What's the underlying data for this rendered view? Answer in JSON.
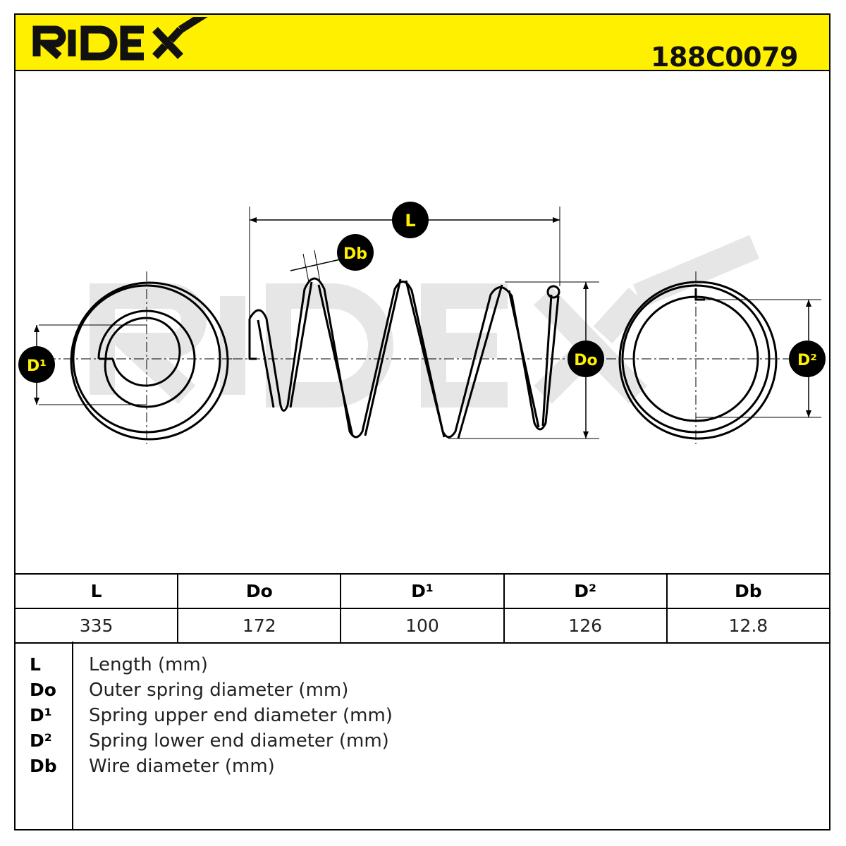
{
  "header": {
    "brand": "RIDEX",
    "part_number": "188C0079",
    "background_color": "#fff000"
  },
  "diagram": {
    "label_L": "L",
    "label_Db": "Db",
    "label_Do": "Do",
    "label_D1": "D¹",
    "label_D2": "D²",
    "watermark": "RIDEX",
    "badge_text_color": "#fff000"
  },
  "specs": {
    "headers": [
      "L",
      "Do",
      "D¹",
      "D²",
      "Db"
    ],
    "values": [
      "335",
      "172",
      "100",
      "126",
      "12.8"
    ]
  },
  "legend": [
    {
      "key": "L",
      "label": "Length (mm)"
    },
    {
      "key": "Do",
      "label": "Outer spring diameter (mm)"
    },
    {
      "key": "D¹",
      "label": "Spring upper end diameter (mm)"
    },
    {
      "key": "D²",
      "label": "Spring lower end diameter (mm)"
    },
    {
      "key": "Db",
      "label": "Wire diameter (mm)"
    }
  ]
}
